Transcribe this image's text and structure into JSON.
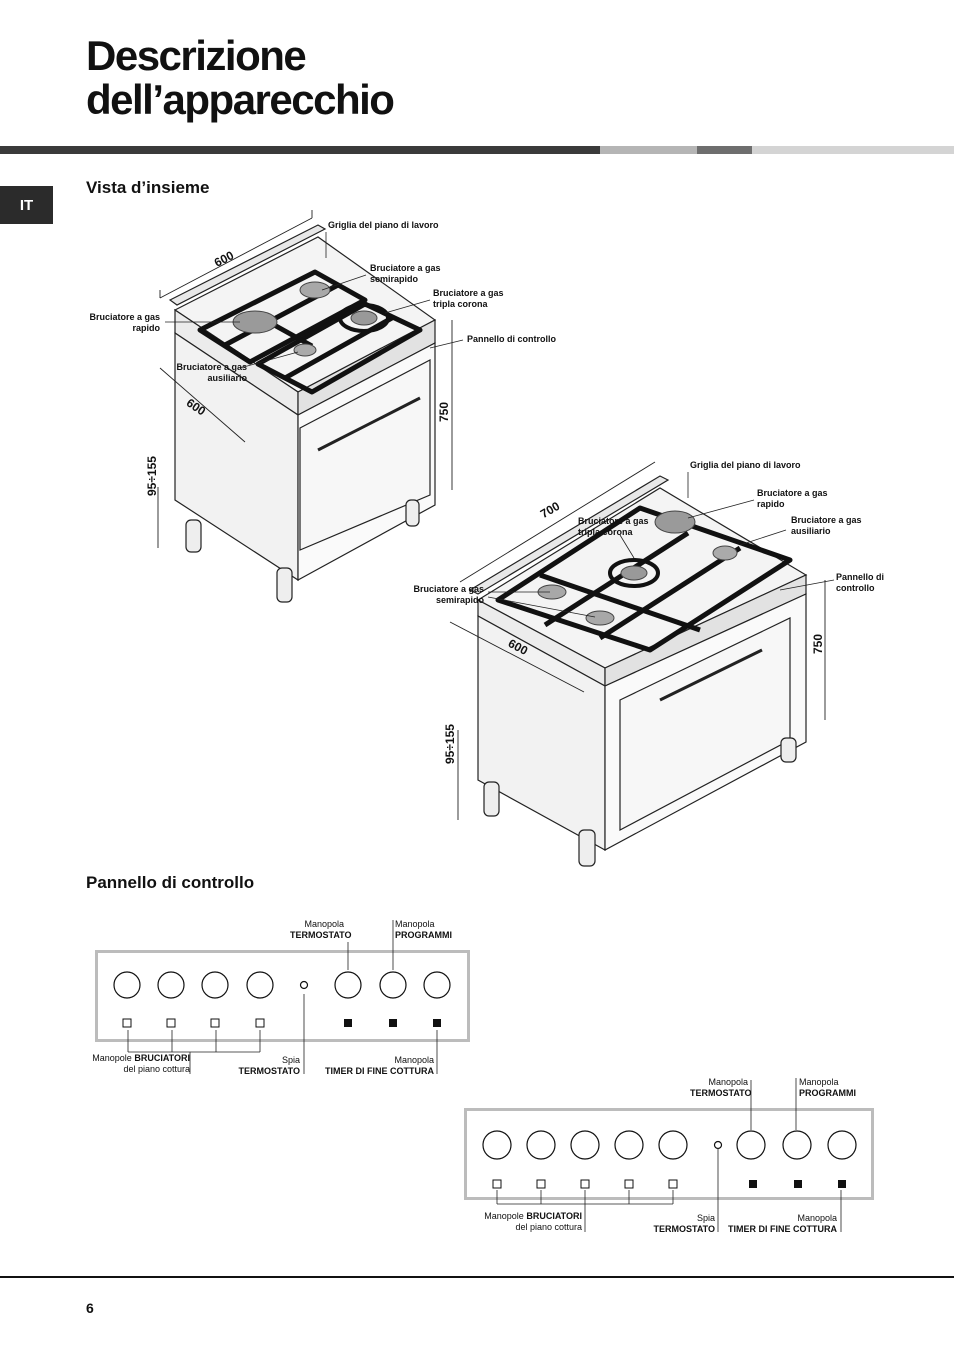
{
  "page": {
    "title_line1": "Descrizione",
    "title_line2": "dell’apparecchio",
    "lang": "IT",
    "page_number": "6"
  },
  "colors": {
    "bar_dark": "#3a3a3a",
    "bar_light": "#b5b5b5",
    "bar_mid": "#6e6e6e",
    "bar_lighter": "#d4d4d4",
    "panel_border": "#bcbcbc"
  },
  "overview": {
    "heading": "Vista d’insieme",
    "cooker1": {
      "griglia": "Griglia del piano di lavoro",
      "semirapido_1": "Bruciatore a gas",
      "semirapido_2": "semirapido",
      "tripla_1": "Bruciatore a gas",
      "tripla_2": "tripla corona",
      "rapido_1": "Bruciatore a gas",
      "rapido_2": "rapido",
      "pannello": "Pannello di controllo",
      "ausiliario_1": "Bruciatore a gas",
      "ausiliario_2": "ausiliario",
      "dim_width": "600",
      "dim_depth": "600",
      "dim_height": "750",
      "dim_feet": "95÷155"
    },
    "cooker2": {
      "griglia": "Griglia del piano di lavoro",
      "rapido_1": "Bruciatore a gas",
      "rapido_2": "rapido",
      "tripla_1": "Bruciatore a gas",
      "tripla_2": "tripla corona",
      "ausiliario_1": "Bruciatore a gas",
      "ausiliario_2": "ausiliario",
      "pannello_1": "Pannello di",
      "pannello_2": "controllo",
      "semirapido_1": "Bruciatore a gas",
      "semirapido_2": "semirapido",
      "dim_width": "700",
      "dim_depth": "600",
      "dim_height": "750",
      "dim_feet": "95÷155"
    }
  },
  "control_panel": {
    "heading": "Pannello di controllo",
    "panel1": {
      "termostato_pre": "Manopola",
      "termostato": "TERMOSTATO",
      "programmi_pre": "Manopola",
      "programmi": "PROGRAMMI",
      "bruciatori_pre": "Manopole",
      "bruciatori": "BRUCIATORI",
      "bruciatori_post": "del piano cottura",
      "spia_pre": "Spia",
      "spia": "TERMOSTATO",
      "timer_pre": "Manopola",
      "timer": "TIMER DI FINE COTTURA"
    },
    "panel2": {
      "termostato_pre": "Manopola",
      "termostato": "TERMOSTATO",
      "programmi_pre": "Manopola",
      "programmi": "PROGRAMMI",
      "bruciatori_pre": "Manopole",
      "bruciatori": "BRUCIATORI",
      "bruciatori_post": "del piano cottura",
      "spia_pre": "Spia",
      "spia": "TERMOSTATO",
      "timer_pre": "Manopola",
      "timer": "TIMER DI FINE COTTURA"
    }
  }
}
